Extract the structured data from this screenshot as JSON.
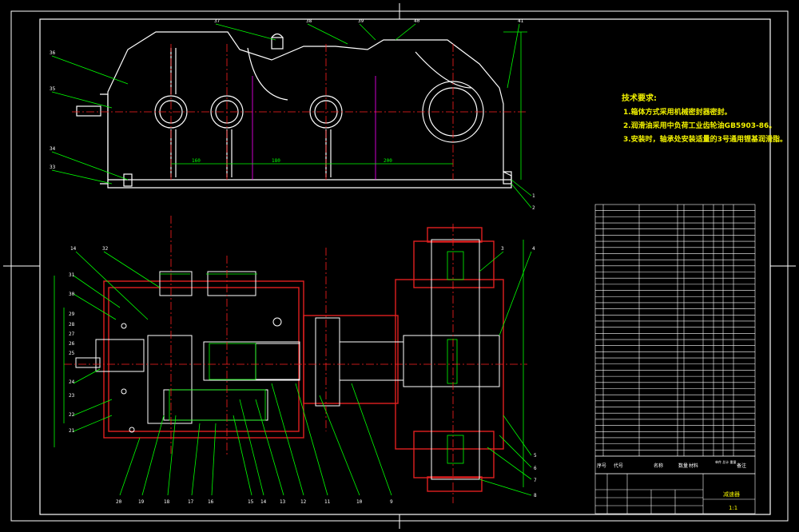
{
  "technical_requirements": {
    "title": "技术要求:",
    "lines": [
      "1.箱体方式采用机械密封器密封。",
      "2.润滑油采用中负荷工业齿轮油GB5903-86。",
      "3.安装时，轴承处安装适量的3号通用锂基润滑脂。"
    ]
  },
  "top_view_callouts": [
    "37",
    "38",
    "39",
    "40",
    "41",
    "36",
    "35",
    "34",
    "33",
    "1",
    "2"
  ],
  "section_view_callouts_left": [
    "14",
    "32",
    "31",
    "30",
    "29",
    "28",
    "27",
    "26",
    "25",
    "24",
    "23",
    "22",
    "21"
  ],
  "section_view_callouts_bottom": [
    "20",
    "19",
    "18",
    "17",
    "16",
    "15",
    "14",
    "13",
    "12",
    "11",
    "10",
    "9"
  ],
  "section_view_callouts_right": [
    "3",
    "4",
    "5",
    "6",
    "7",
    "8"
  ],
  "dimensions_top": [
    "160",
    "180",
    "200"
  ],
  "bom_rows": 41,
  "bom_header": {
    "index": "序号",
    "code": "代号",
    "name": "名称",
    "qty": "数量",
    "material": "材料",
    "weight": "单件 总计 重量",
    "remarks": "备注"
  },
  "title_block": {
    "title": "减速器",
    "scale": "1:1"
  },
  "colors": {
    "background": "#000000",
    "outline": "#ffffff",
    "hatch": "#e02020",
    "dimension": "#00ff00",
    "centerline": "#ff2020",
    "yellow_text": "#f2f200",
    "magenta": "#ff00ff"
  }
}
